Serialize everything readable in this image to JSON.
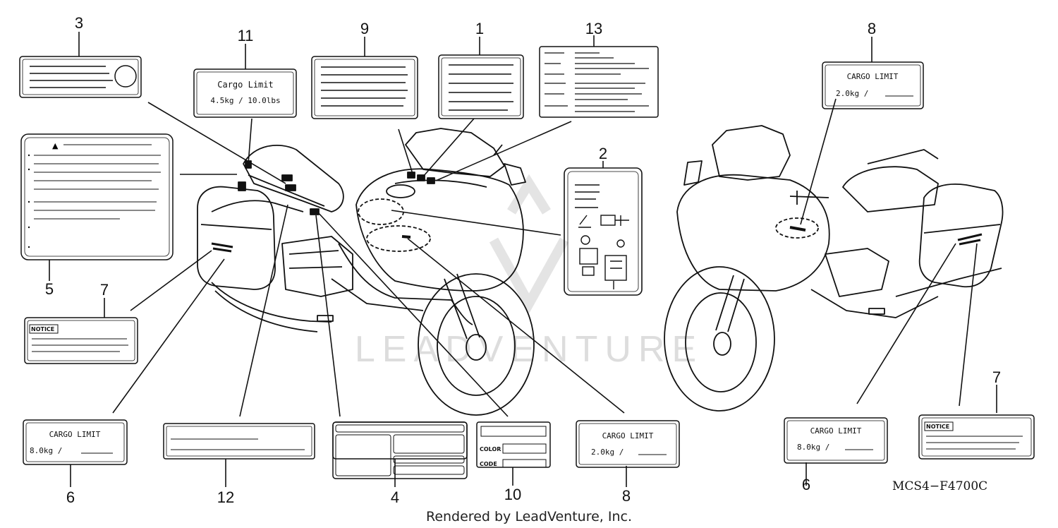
{
  "callouts": {
    "n1": "1",
    "n2": "2",
    "n3": "3",
    "n4": "4",
    "n5": "5",
    "n6a": "6",
    "n6b": "6",
    "n7a": "7",
    "n7b": "7",
    "n8a": "8",
    "n8b": "8",
    "n9": "9",
    "n10": "10",
    "n11": "11",
    "n12": "12",
    "n13": "13"
  },
  "labels": {
    "cargo11_title": "Cargo Limit",
    "cargo11_value": "4.5kg  /  10.0lbs",
    "cargo_limit": "CARGO LIMIT",
    "cargo8_value": "2.0kg  /",
    "cargo6_value": "8.0kg  /",
    "notice": "NOTICE",
    "color": "COLOR",
    "code": "CODE",
    "warning_symbol": "▲"
  },
  "diagram_code": "MCS4−F4700C",
  "footer": "Rendered by LeadVenture, Inc.",
  "watermark": "LEADVENTURE",
  "colors": {
    "ink": "#111111",
    "watermark": "#dddddd",
    "background": "#ffffff"
  }
}
